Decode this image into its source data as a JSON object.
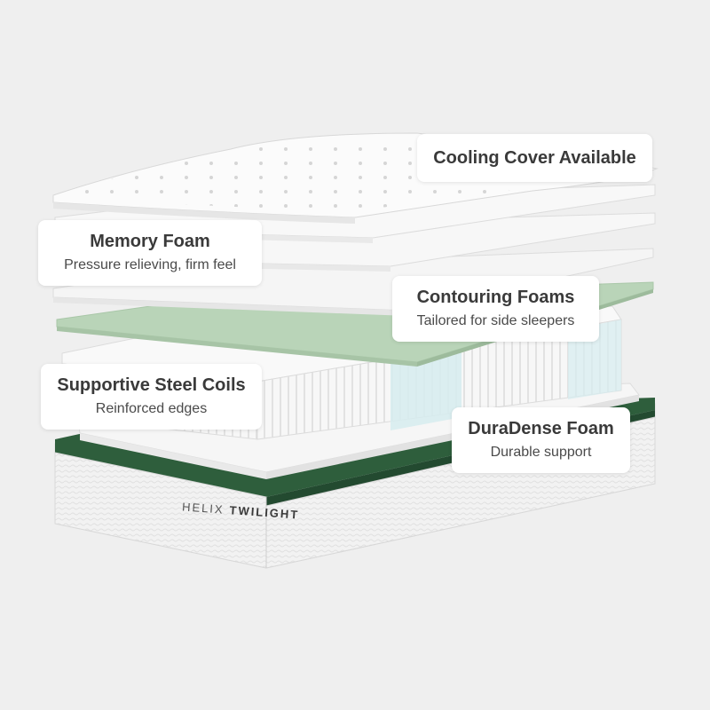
{
  "colors": {
    "background": "#efefef",
    "green_layer": "#b9d4b8",
    "green_band": "#2e5e3c",
    "coil_blue": "#d6ecef",
    "callout_bg": "#ffffff",
    "text": "#3a3a3a"
  },
  "brand": {
    "word1": "HELIX",
    "word2": "TWILIGHT"
  },
  "callouts": {
    "cover": {
      "title": "Cooling Cover Available"
    },
    "memory": {
      "title": "Memory Foam",
      "subtitle": "Pressure relieving, firm feel"
    },
    "contour": {
      "title": "Contouring Foams",
      "subtitle": "Tailored for side sleepers"
    },
    "coils": {
      "title": "Supportive Steel Coils",
      "subtitle": "Reinforced edges"
    },
    "dura": {
      "title": "DuraDense Foam",
      "subtitle": "Durable support"
    }
  }
}
